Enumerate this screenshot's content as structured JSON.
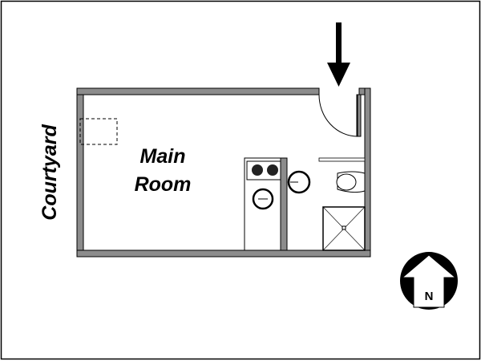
{
  "rooms": {
    "main_line1": "Main",
    "main_line2": "Room"
  },
  "outside": {
    "courtyard": "Courtyard"
  },
  "compass": {
    "label": "N"
  },
  "colors": {
    "wall": "#8c8c8c",
    "ink": "#000000"
  }
}
